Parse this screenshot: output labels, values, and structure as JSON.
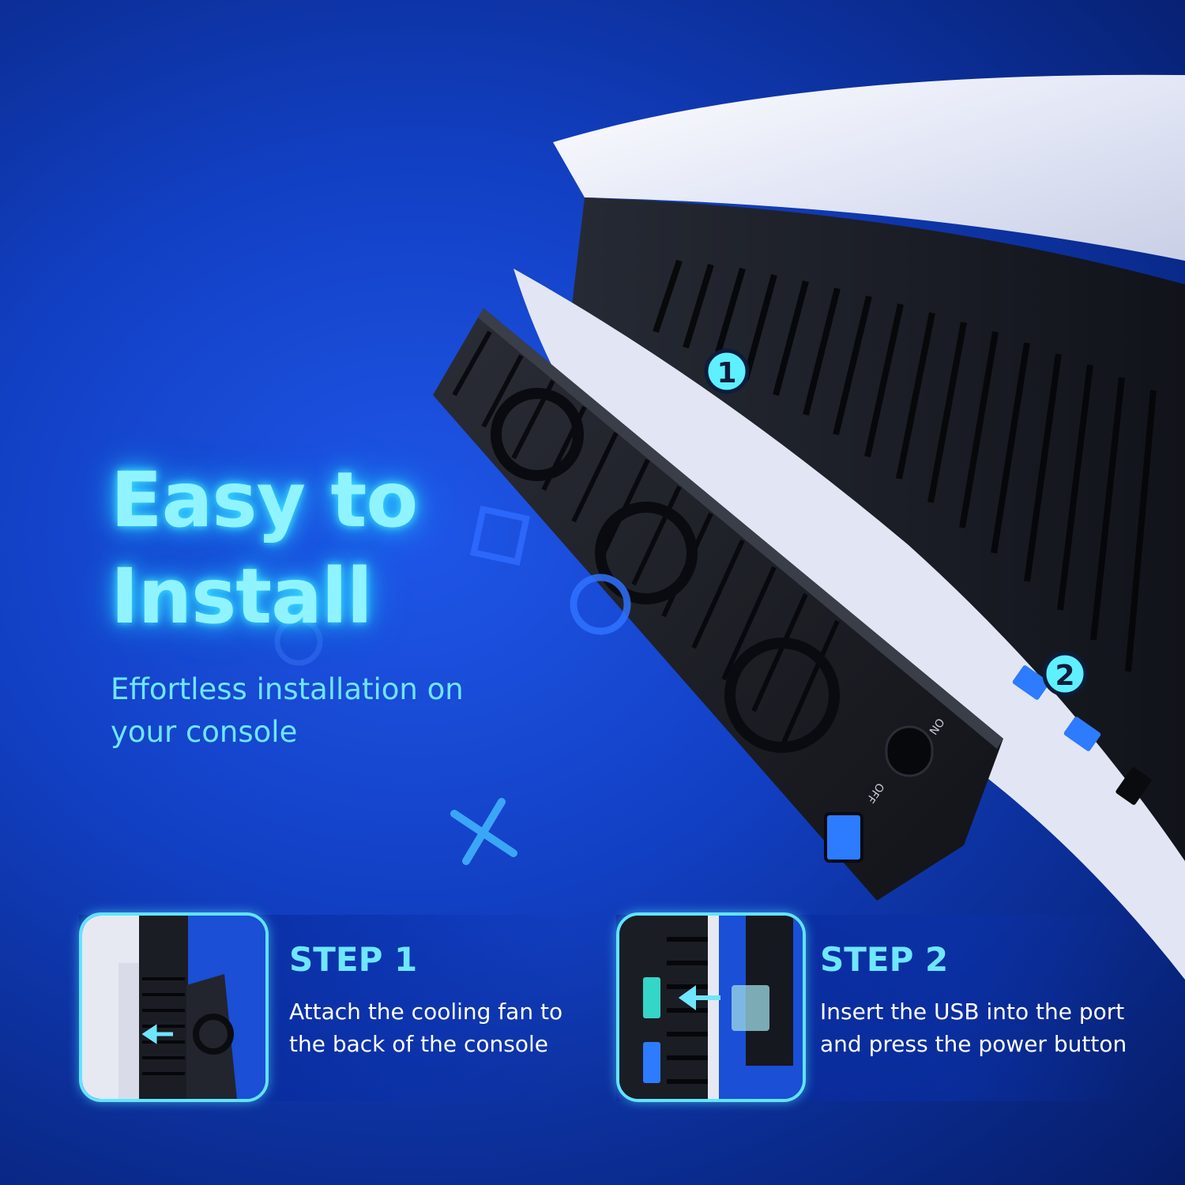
{
  "headline": {
    "line1": "Easy to",
    "line2": "Install"
  },
  "subtitle": "Effortless installation on your console",
  "markers": {
    "one": "1",
    "two": "2"
  },
  "fan_switch": {
    "on": "ON",
    "off": "OFF"
  },
  "steps": [
    {
      "title": "STEP 1",
      "description": "Attach the cooling fan to the back of the console"
    },
    {
      "title": "STEP 2",
      "description": "Insert the USB into the port and press the power button"
    }
  ],
  "colors": {
    "background": "#1240c4",
    "accent": "#6fe6ff",
    "glow": "#3fe6ff",
    "console_white": "#e8ecf8",
    "fan_black": "#1a1c22"
  },
  "icons": [
    "square-symbol-icon",
    "circle-symbol-icon",
    "cross-symbol-icon",
    "arrow-icon",
    "usb-port-icon"
  ]
}
